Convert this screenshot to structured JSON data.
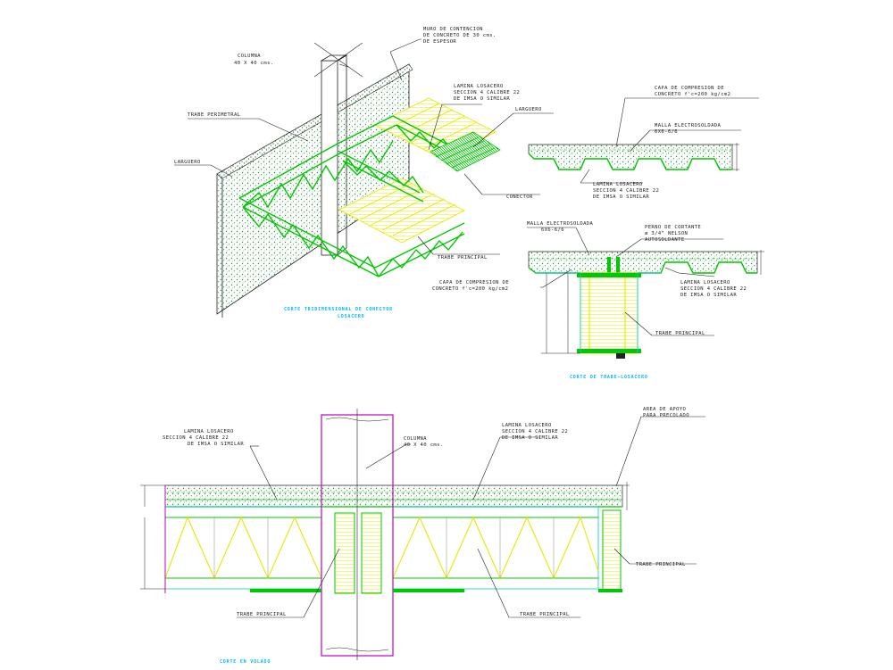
{
  "labels": {
    "muro_1": "MURO DE CONTENCION",
    "muro_2": "DE CONCRETO DE 30 cms.",
    "muro_3": "DE ESPESOR",
    "columna_top_1": "COLUMNA",
    "columna_top_2": "40 X 40 cms.",
    "lamina_top_1": "LAMINA LOSACERO",
    "lamina_top_2": "SECCION 4 CALIBRE 22",
    "lamina_top_3": "DE IMSA O SIMILAR",
    "trabe_perimetral": "TRABE PERIMETRAL",
    "larguero": "LARGUERO",
    "lapuerpo": "LARGUERO",
    "conector": "CONECTOR",
    "trabe_principal_iso": "TRABE PRINCIPAL",
    "iso_caption_1": "CORTE TRIDIMENSIONAL DE CONECTOR",
    "iso_caption_2": "LOSACERO",
    "capa_1": "CAPA DE COMPRESION DE",
    "capa_2": "CONCRETO f'c=200 kg/cm2",
    "malla_right_1": "MALLA ELECTROSOLDADA",
    "malla_right_2": "6X6-6/6",
    "lamina_right_1": "LAMINA LOSACERO",
    "lamina_right_2": "SECCION 4 CALIBRE 22",
    "lamina_right_3": "DE IMSA O SIMILAR",
    "malla_mid_1": "MALLA ELECTROSOLDADA",
    "malla_mid_2": "6X6-6/6",
    "perno_1": "PERNO DE CORTANTE",
    "perno_2": "ø 3/4\" NELSON",
    "perno_3": "AUTOSOLDANTE",
    "capa_mid_1": "CAPA DE COMPRESION DE",
    "capa_mid_2": "CONCRETO f'c=200 kg/cm2",
    "lamina_mid_1": "LAMINA LOSACERO",
    "lamina_mid_2": "SECCION 4 CALIBRE 22",
    "lamina_mid_3": "DE IMSA O SIMILAR",
    "trabe_principal_mid": "TRABE PRINCIPAL",
    "mid_caption": "CORTE DE TRABE-LOSACERO",
    "lamina_bot_left_1": "LAMINA LOSACERO",
    "lamina_bot_left_2": "SECCION 4 CALIBRE 22",
    "lamina_bot_left_3": "DE IMSA O SIMILAR",
    "columna_bot_1": "COLUMNA",
    "columna_bot_2": "40 X 40 cms.",
    "lamina_bot_mid_1": "LAMINA LOSACERO",
    "lamina_bot_mid_2": "SECCION 4 CALIBRE 22",
    "lamina_bot_mid_3": "DE IMSA O SIMILAR",
    "area_1": "AREA DE APOYO",
    "area_2": "PARA PRECOLADO",
    "trabe_bot_left": "TRABE PRINCIPAL",
    "trabe_bot_mid": "TRABE PRINCIPAL",
    "trabe_bot_right": "TRABE PRINCIPAL",
    "bot_caption": "CORTE EN VOLADO"
  },
  "colors": {
    "concrete": "#1f9a3a",
    "steel": "#00c800",
    "truss": "#e8e800",
    "outline": "#00cccc",
    "column": "#c000c0",
    "dark": "#222222",
    "caption": "#00b7ff"
  }
}
